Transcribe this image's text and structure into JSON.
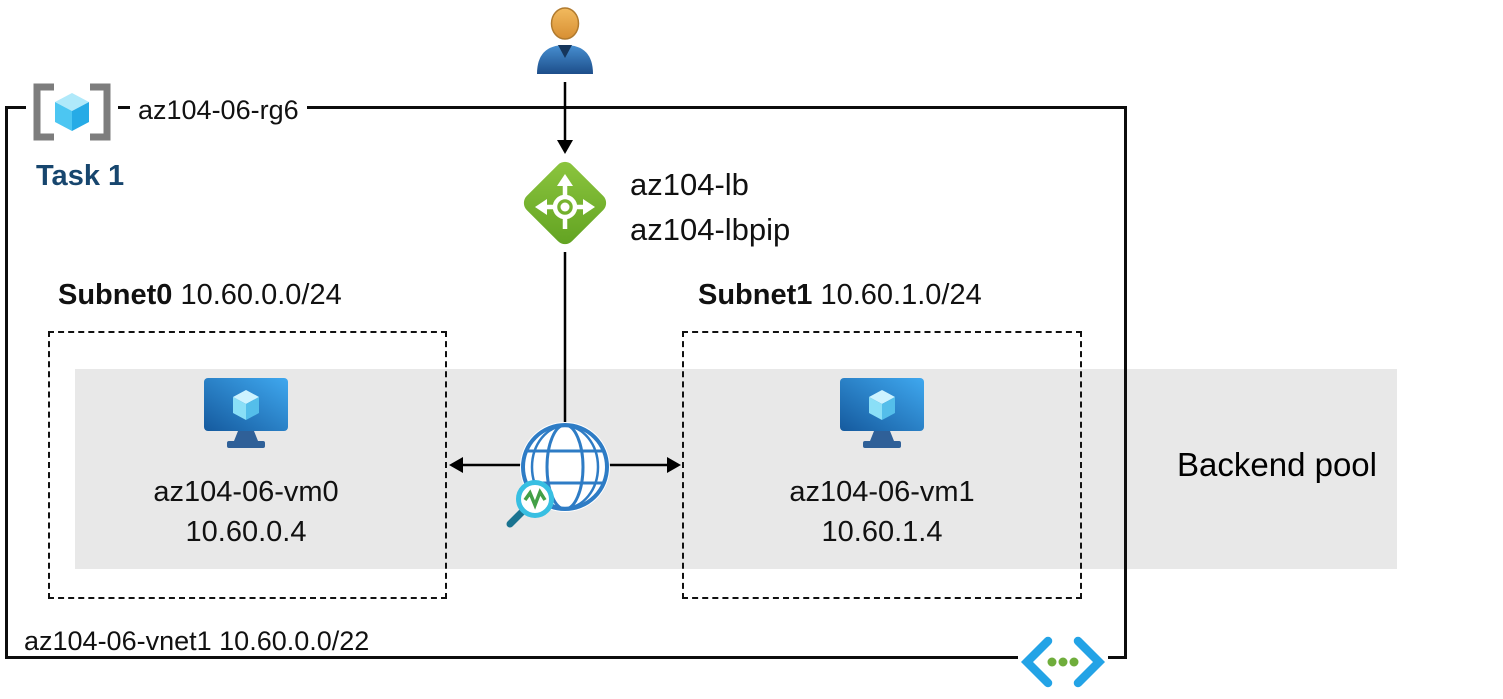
{
  "resource_group": {
    "name": "az104-06-rg6"
  },
  "task_label": "Task 1",
  "load_balancer": {
    "name": "az104-lb",
    "pip": "az104-lbpip"
  },
  "subnets": [
    {
      "name": "Subnet0",
      "cidr": "10.60.0.0/24",
      "vm_name": "az104-06-vm0",
      "vm_ip": "10.60.0.4"
    },
    {
      "name": "Subnet1",
      "cidr": "10.60.1.0/24",
      "vm_name": "az104-06-vm1",
      "vm_ip": "10.60.1.4"
    }
  ],
  "backend_pool_label": "Backend pool",
  "vnet": {
    "name": "az104-06-vnet1",
    "cidr": "10.60.0.0/22"
  },
  "icons": {
    "user-icon": "person silhouette",
    "load-balancer-icon": "green diamond with distribution arrows",
    "resource-group-icon": "gray brackets with cyan cube",
    "vm-icon": "blue monitor with cube",
    "probe-globe-icon": "globe with magnifier and heartbeat line",
    "vnet-icon": "blue angle brackets with three green dots"
  },
  "colors": {
    "backend_band": "#e8e8e8",
    "task_text": "#17466e",
    "lb_green": "#76b82a",
    "vm_blue": "#1565c0",
    "azure_cyan": "#23a3e6",
    "dot_green": "#6fad3b"
  }
}
